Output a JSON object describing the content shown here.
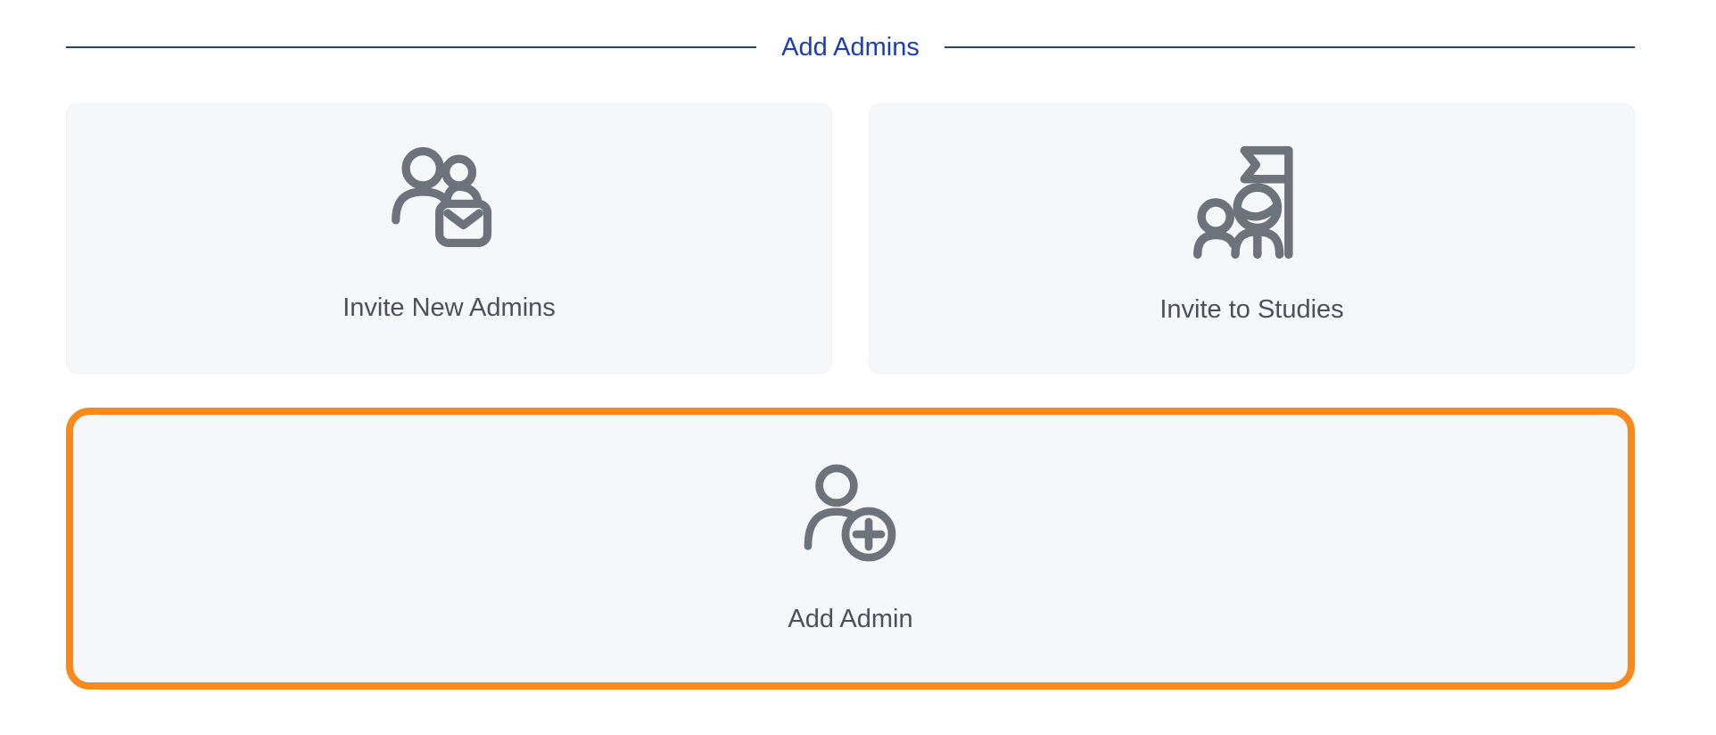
{
  "header": {
    "title": "Add Admins"
  },
  "cards": [
    {
      "label": "Invite New Admins",
      "icon": "people-envelope-icon",
      "highlighted": false
    },
    {
      "label": "Invite to Studies",
      "icon": "people-flag-icon",
      "highlighted": false
    },
    {
      "label": "Add Admin",
      "icon": "person-plus-icon",
      "highlighted": true
    }
  ],
  "colors": {
    "title_blue": "#1c3fae",
    "divider_navy": "#2b4569",
    "card_background": "#f6f7f8",
    "icon_gray": "#6d727b",
    "label_gray": "#4a515b",
    "highlight_orange": "#f78a1e",
    "page_background": "#ffffff"
  }
}
